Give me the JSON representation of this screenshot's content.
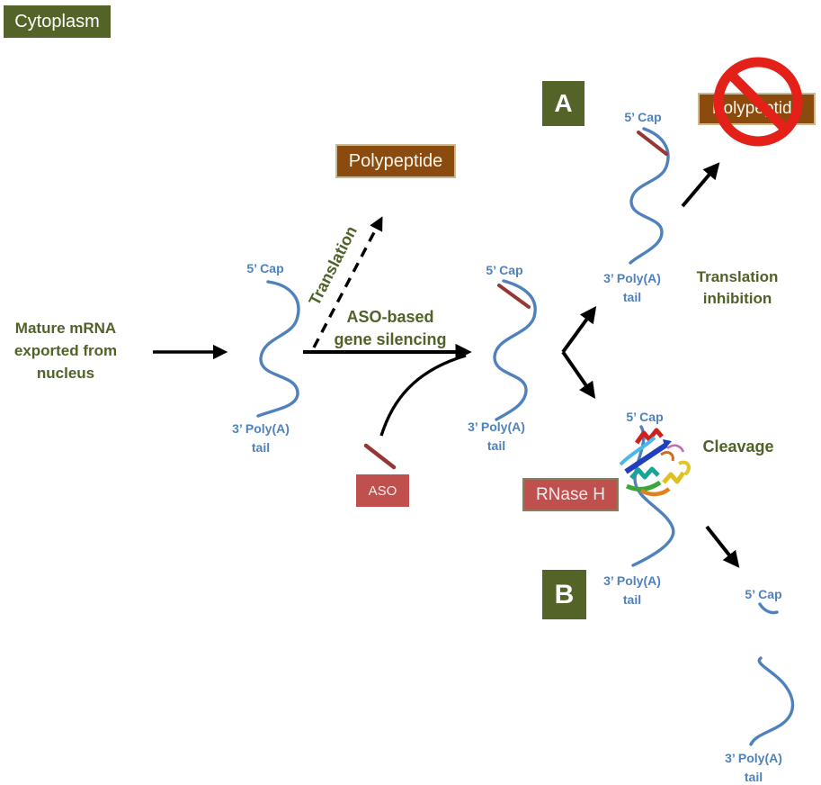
{
  "region_label": "Cytoplasm",
  "labels": {
    "start": "Mature mRNA\nexported from\nnucleus",
    "translation": "Translation",
    "silencing": "ASO-based\ngene silencing",
    "polypeptide": "Polypeptide",
    "aso": "ASO",
    "rnase_h": "RNase H",
    "branch_a_letter": "A",
    "branch_b_letter": "B",
    "translation_inhibition": "Translation\ninhibition",
    "cleavage": "Cleavage",
    "cap": "5’ Cap",
    "poly_a_tail": "3’ Poly(A)\ntail"
  },
  "colors": {
    "olive_box": "#546429",
    "olive_text": "#4f6228",
    "mrna_blue": "#4f81bd",
    "aso_red_box": "#c0504d",
    "aso_line_red": "#953735",
    "polypeptide_brown": "#8b4a0e",
    "polypeptide_border_tan": "#c4bd97",
    "prohibition_red": "#e32119",
    "arrow_black": "#000000"
  }
}
